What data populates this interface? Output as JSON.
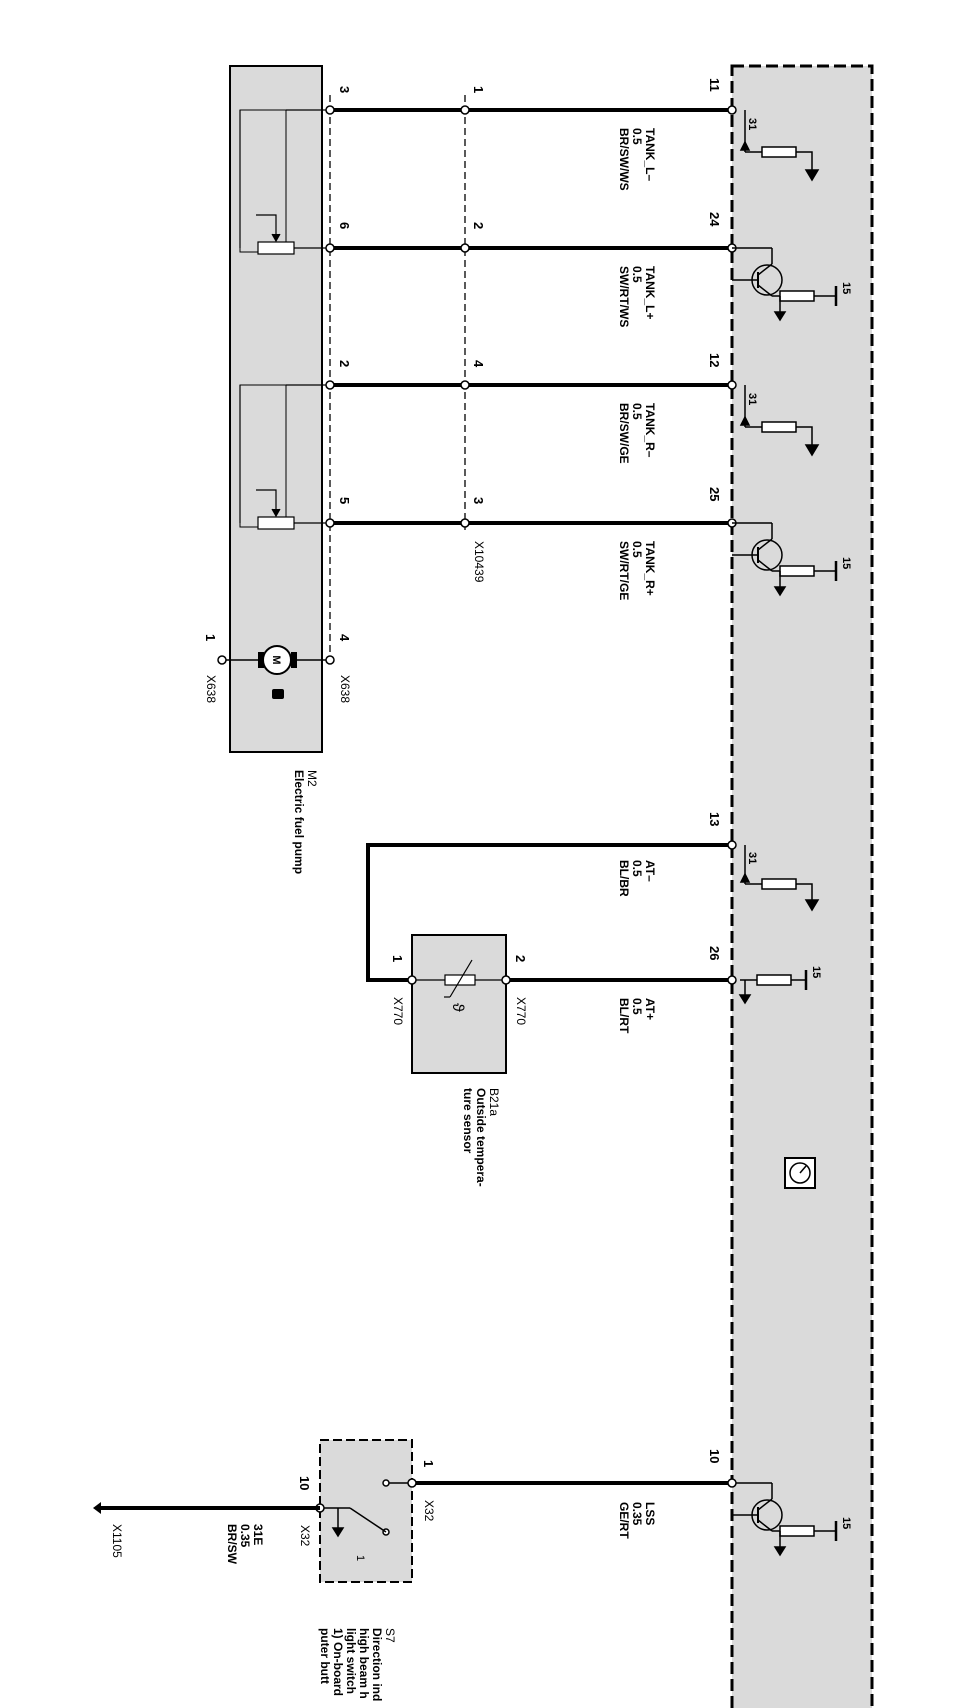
{
  "control_unit": {
    "icon": "instrument-cluster-icon"
  },
  "tank_left_minus": {
    "pin": "11",
    "name": "TANK_L–",
    "size": "0.5",
    "color": "BR/SW/WS",
    "plug_pin": "1",
    "pump_pin": "3",
    "supply": "31"
  },
  "tank_left_plus": {
    "pin": "24",
    "name": "TANK_L+",
    "size": "0.5",
    "color": "SW/RT/WS",
    "plug_pin": "2",
    "pump_pin": "6",
    "supply": "15"
  },
  "tank_right_minus": {
    "pin": "12",
    "name": "TANK_R–",
    "size": "0.5",
    "color": "BR/SW/GE",
    "plug_pin": "4",
    "pump_pin": "2",
    "supply": "31"
  },
  "tank_right_plus": {
    "pin": "25",
    "name": "TANK_R+",
    "size": "0.5",
    "color": "SW/RT/GE",
    "plug_pin": "3",
    "pump_pin": "5",
    "supply": "15"
  },
  "plug_connector": "X10439",
  "fuel_pump": {
    "id": "M2",
    "name": "Electric fuel pump",
    "connector": "X638",
    "pin_a": "4",
    "pin_b": "1"
  },
  "at_minus": {
    "pin": "13",
    "name": "AT–",
    "size": "0.5",
    "color": "BL/BR",
    "supply": "31"
  },
  "at_plus": {
    "pin": "26",
    "name": "AT+",
    "size": "0.5",
    "color": "BL/RT",
    "supply": "15"
  },
  "temp_sensor": {
    "id": "B21a",
    "name_line1": "Outside tempera-",
    "name_line2": "ture sensor",
    "connector": "X770",
    "pin_a": "2",
    "pin_b": "1",
    "symbol": "ϑ"
  },
  "lss": {
    "pin": "10",
    "name": "LSS",
    "size": "0.35",
    "color": "GE/RT",
    "supply": "15"
  },
  "switch_s7": {
    "id": "S7",
    "desc_line1": "Direction ind",
    "desc_line2": "high beam h",
    "desc_line3": "light switch",
    "desc_line4": "1) On-board",
    "desc_line5": "puter butt",
    "connector": "X32",
    "pin_in": "1",
    "pin_out": "10",
    "footnote": "1"
  },
  "ground_wire": {
    "name": "31E",
    "size": "0.35",
    "color": "BR/SW",
    "connector": "X1105"
  }
}
